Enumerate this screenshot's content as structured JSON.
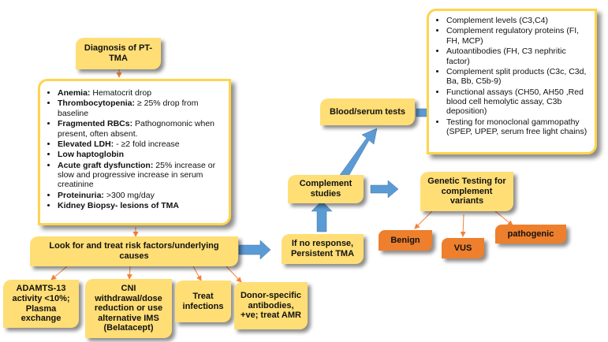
{
  "diagnosis": {
    "title": "Diagnosis of PT-TMA"
  },
  "criteria": [
    {
      "bold": "Anemia:",
      "text": " Hematocrit drop"
    },
    {
      "bold": "Thrombocytopenia:",
      "text": " ≥ 25% drop from baseline"
    },
    {
      "bold": "Fragmented RBCs:",
      "text": " Pathognomonic when present, often absent."
    },
    {
      "bold": "Elevated LDH:",
      "text": " - ≥2 fold increase"
    },
    {
      "bold": "Low haptoglobin",
      "text": ""
    },
    {
      "bold": "Acute graft dysfunction:",
      "text": " 25% increase or slow and progressive increase in serum creatinine"
    },
    {
      "bold": "Proteinuria:",
      "text": " >300 mg/day"
    },
    {
      "bold": "Kidney Biopsy- lesions of TMA",
      "text": ""
    }
  ],
  "risk": {
    "title": "Look for and treat risk factors/underlying causes"
  },
  "treatments": [
    "ADAMTS-13 activity <10%; Plasma exchange",
    "CNI withdrawal/dose reduction or use alternative IMS (Belatacept)",
    "Treat infections",
    "Donor-specific antibodies, +ve; treat AMR"
  ],
  "no_response": {
    "title": "If no response, Persistent TMA"
  },
  "complement_studies": {
    "title": "Complement studies"
  },
  "blood_tests": {
    "title": "Blood/serum tests"
  },
  "tests": [
    "Complement levels (C3,C4)",
    "Complement regulatory proteins (FI, FH, MCP)",
    "Autoantibodies (FH, C3 nephritic factor)",
    "Complement split products (C3c, C3d, Ba, Bb, C5b-9)",
    "Functional assays (CH50, AH50 ,Red blood cell hemolytic assay, C3b deposition)",
    "Testing for monoclonal gammopathy (SPEP, UPEP, serum free light chains)"
  ],
  "genetic": {
    "title": "Genetic Testing for complement variants"
  },
  "variants": [
    "Benign",
    "VUS",
    "pathogenic"
  ],
  "colors": {
    "box": "#ffde75",
    "border": "#ffd34d",
    "arrow_blue": "#5b9bd5",
    "orange": "#ee7f2c",
    "thin_arrow": "#f4813a"
  }
}
